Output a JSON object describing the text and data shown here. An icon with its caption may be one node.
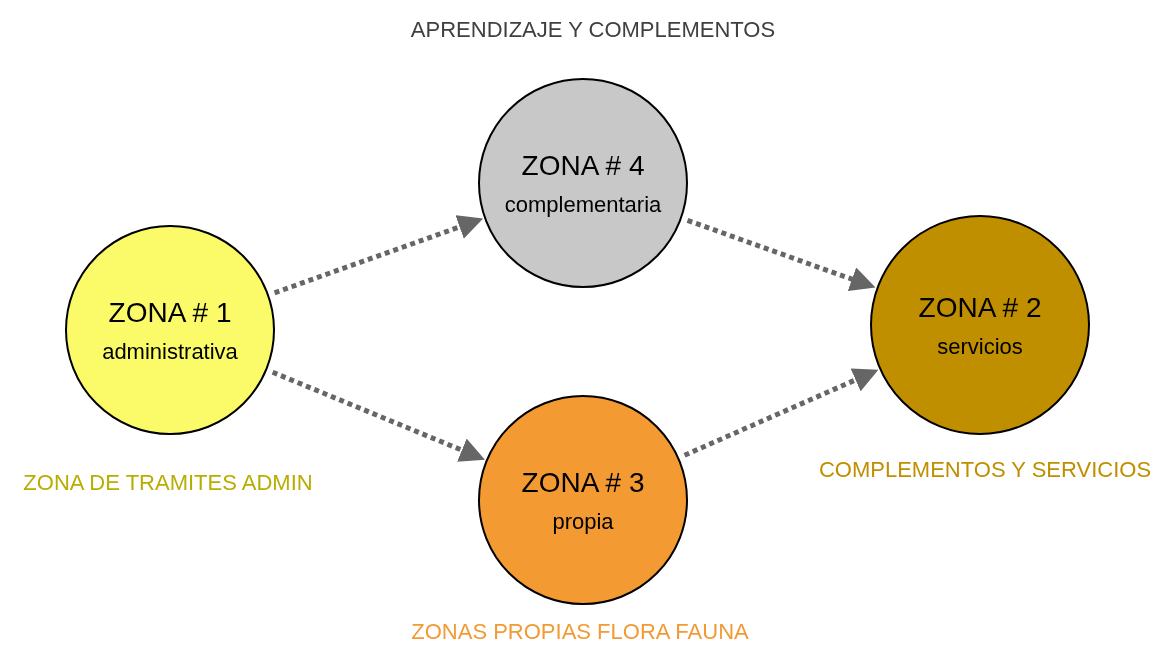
{
  "diagram": {
    "nodes": [
      {
        "text": [
          "ZONA # 1",
          "administrativa"
        ],
        "beside": [
          "ZONA DE TRAMITES ADMIN"
        ]
      },
      {
        "text": [
          "ZONA # 4",
          "complementaria"
        ],
        "beside": [
          "APRENDIZAJE Y COMPLEMENTOS"
        ]
      },
      {
        "text": [
          "ZONA # 3",
          "propia"
        ],
        "beside": [
          "ZONAS PROPIAS FLORA FAUNA"
        ]
      },
      {
        "text": [
          "ZONA # 2",
          "servicios"
        ],
        "beside": [
          "COMPLEMENTOS Y SERVICIOS"
        ]
      }
    ],
    "edges": [
      {
        "from": 0,
        "to": 1,
        "arrow": "to"
      },
      {
        "from": 0,
        "to": 2,
        "arrow": "to"
      },
      {
        "from": 1,
        "to": 3,
        "arrow": "to"
      },
      {
        "from": 2,
        "to": 3,
        "arrow": "to"
      }
    ]
  }
}
